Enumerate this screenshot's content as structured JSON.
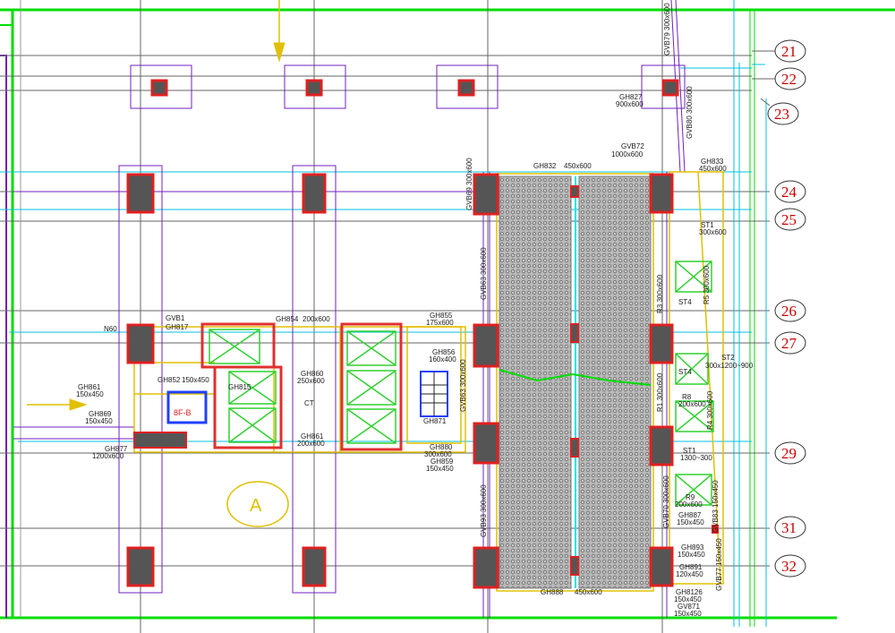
{
  "grid_labels": [
    "21",
    "22",
    "23",
    "24",
    "25",
    "26",
    "27",
    "29",
    "31",
    "32"
  ],
  "zone_label": "A",
  "beam_labels": {
    "gh827": "GH827",
    "gh827_size": "900x600",
    "gvb72": "GVB72",
    "gvb72_size": "1000x600",
    "gh832": "GH832",
    "gh832_size": "450x600",
    "gh833": "GH833",
    "gh833_size": "450x600",
    "st1_top": "ST1",
    "st1_top_size": "300x600",
    "st2": "ST2",
    "st2_size": "300x1200~900",
    "gh854": "GH854",
    "gh854_size": "200x600",
    "gh855": "GH855",
    "gh855_size": "175x600",
    "gh856": "GH856",
    "gh856_size": "160x400",
    "gh860": "GH860",
    "gh860_size": "250x600",
    "gh861": "GH861",
    "gh861_size": "200x600",
    "gh8_left": "GH861",
    "gh8_left_size": "150x450",
    "gh869": "GH869",
    "gh869_size": "150x450",
    "gh877": "GH877",
    "gh877_size": "1200x600",
    "gh871": "GH871",
    "gh880": "GH880",
    "gh880_size": "300x600",
    "gh859": "GH859",
    "gh859_size": "150x450",
    "gh888": "GH888",
    "gh888_size": "450x600",
    "st1_bot": "ST1",
    "st1_bot_size": "1300~300",
    "r8": "R8",
    "r8_size": "200x600",
    "r9": "R9",
    "r9_size": "200x600",
    "gh887": "GH887",
    "gh887_size": "150x450",
    "gh893": "GH893",
    "gh893_size": "150x450",
    "gh891": "GH891",
    "gh891_size": "120x450",
    "gh8126": "GH8126",
    "gh8126_size": "150x450",
    "gv871": "GV871",
    "gv871_size": "150x450",
    "st4_a": "ST4",
    "st4_b": "ST4",
    "ct": "CT",
    "gh852": "GH852",
    "gh852_size": "150x450",
    "gvb1": "GVB1",
    "gh817": "GH817",
    "gh815": "GH815",
    "n60": "N60",
    "vert_gvb79": "GVB79  300x600",
    "vert_gvb80": "GVB80  300x600",
    "vert_gvb63": "GVB63  300x600",
    "vert_gvb63b": "GVB63  300x600",
    "vert_gvb93": "GVB93  300x600",
    "vert_r3": "R3  300x600",
    "vert_r5": "R5  300x600",
    "vert_r1": "R1  300x600",
    "vert_r4": "R4  300x600",
    "vert_gvb70": "GVB70  300x600",
    "vert_gvb83": "GVB83  150x450",
    "vert_gvb77": "GVB77  150x450",
    "vert_gvb69": "GVB69  300x600"
  }
}
